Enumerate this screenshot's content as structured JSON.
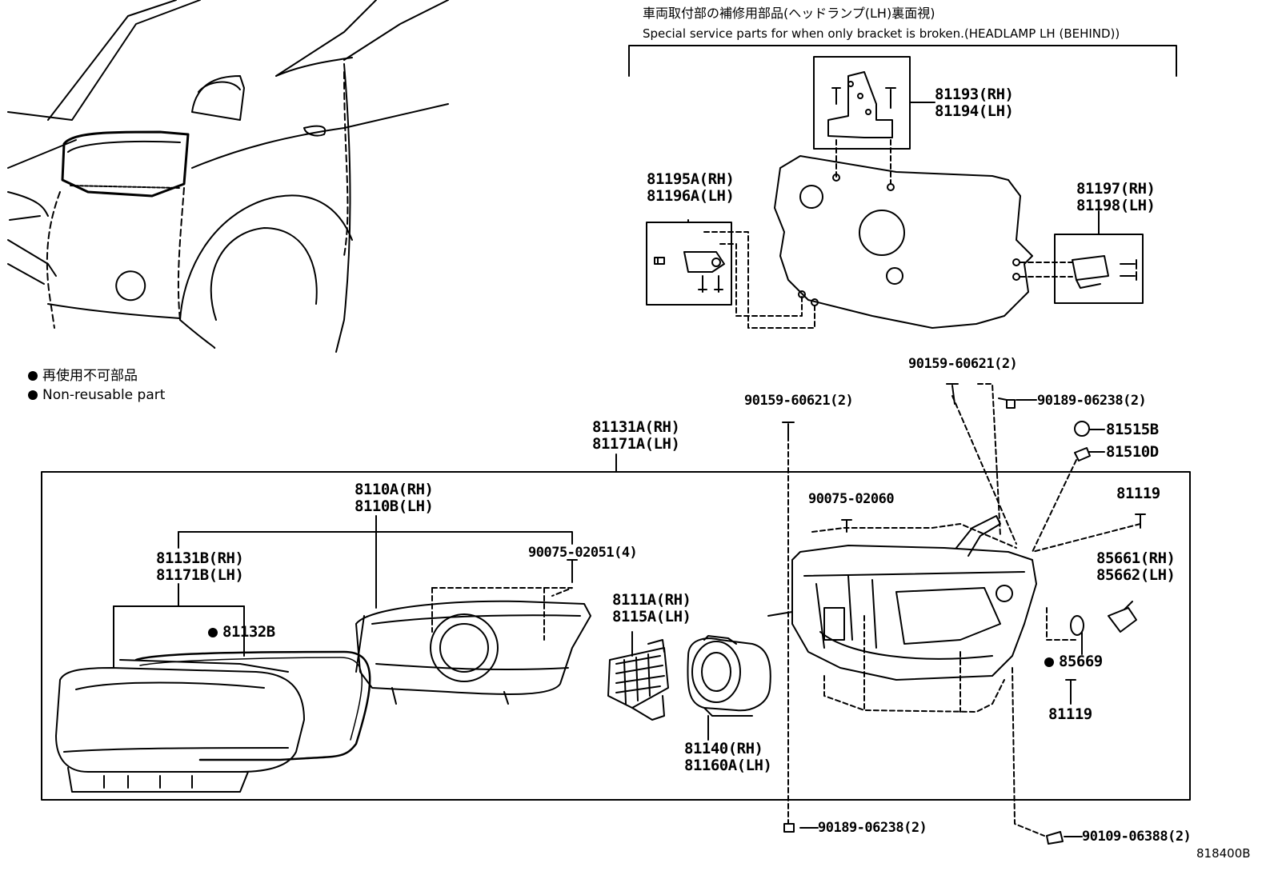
{
  "header": {
    "japanese": "車両取付部の補修用部品(ヘッドランプ(LH)裏面視)",
    "english": "Special service parts for when only bracket is broken.(HEADLAMP LH (BEHIND))"
  },
  "legend": {
    "japanese": "再使用不可部品",
    "english": "Non-reusable part"
  },
  "labels": {
    "p81193": "81193(RH)",
    "p81194": "81194(LH)",
    "p81195": "81195A(RH)",
    "p81196": "81196A(LH)",
    "p81197": "81197(RH)",
    "p81198": "81198(LH)",
    "b9015960621a": "90159-60621(2)",
    "b9015960621b": "90159-60621(2)",
    "b9018906238a": "90189-06238(2)",
    "b9018906238b": "90189-06238(2)",
    "p81515b": "81515B",
    "p81510d": "81510D",
    "p81131a": "81131A(RH)",
    "p81171a": "81171A(LH)",
    "p8110a": "8110A(RH)",
    "p8110b": "8110B(LH)",
    "p81131b": "81131B(RH)",
    "p81171b": "81171B(LH)",
    "p81132b": "81132B",
    "b9007502051": "90075-02051(4)",
    "b9007502060": "90075-02060",
    "p8111a": "8111A(RH)",
    "p8115a": "8115A(LH)",
    "p81140": "81140(RH)",
    "p81160a": "81160A(LH)",
    "p81119a": "81119",
    "p81119b": "81119",
    "p85661": "85661(RH)",
    "p85662": "85662(LH)",
    "p85669": "85669",
    "b9010906388": "90109-06388(2)",
    "diagram_code": "818400B"
  }
}
